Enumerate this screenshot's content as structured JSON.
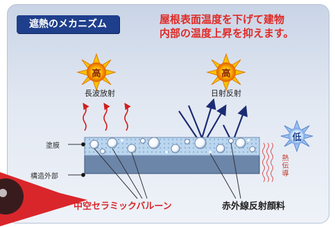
{
  "title": "遮熱のメカニズム",
  "headline": [
    "屋根表面温度を下げて建物",
    "内部の温度上昇を抑えます。"
  ],
  "suns": [
    {
      "label": "高",
      "caption": "長波放射"
    },
    {
      "label": "高",
      "caption": "日射反射"
    }
  ],
  "cool_badge": {
    "label": "低"
  },
  "layers": {
    "coating": "塗膜",
    "structure": "構造外部"
  },
  "side_text": "熱伝導",
  "callouts": {
    "balloon": "中空セラミックバルーン",
    "pigment": "赤外線反射顔料"
  },
  "colors": {
    "title_bg": "#1f3f8c",
    "headline": "#e02a26",
    "coating": "#cfe1f1",
    "balloon": "#ffffff",
    "callout": "#d9262b",
    "sun": "#f6a800"
  }
}
